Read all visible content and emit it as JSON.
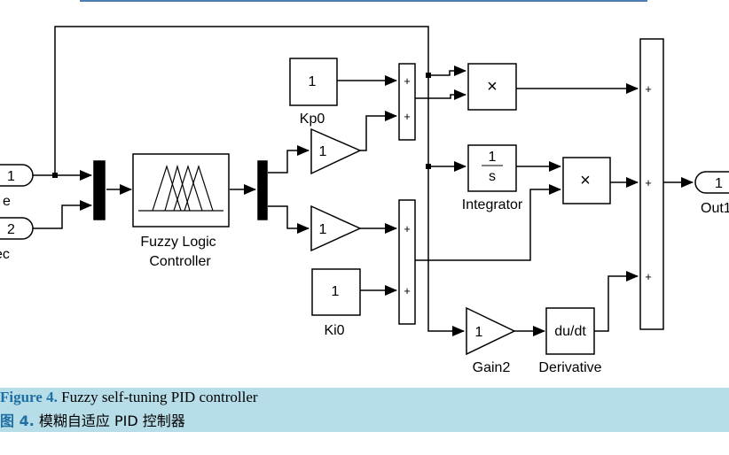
{
  "blocks": {
    "in1": {
      "num": "1",
      "label": "e"
    },
    "in2": {
      "num": "2",
      "label": "ec"
    },
    "fuzzy": {
      "line1": "Fuzzy Logic",
      "line2": "Controller"
    },
    "gain_top": "1",
    "gain_mid": "1",
    "kp0": {
      "value": "1",
      "label": "Kp0"
    },
    "ki0": {
      "value": "1",
      "label": "Ki0"
    },
    "product_top": "×",
    "product_mid": "×",
    "integrator": {
      "num": "1",
      "den": "s",
      "label": "Integrator"
    },
    "gain2": {
      "value": "1",
      "label": "Gain2"
    },
    "derivative": {
      "text": "du/dt",
      "label": "Derivative"
    },
    "out1": {
      "num": "1",
      "label": "Out1"
    },
    "plus": "+"
  },
  "caption": {
    "line1_num": "Figure 4.",
    "line1_text": " Fuzzy self-tuning PID controller",
    "line2_num": "图 4.",
    "line2_text": " 模糊自适应 PID 控制器"
  }
}
